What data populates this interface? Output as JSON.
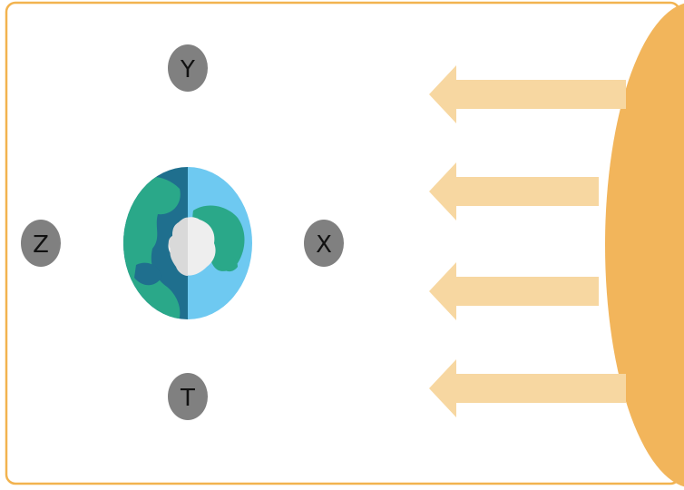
{
  "diagram": {
    "moons": [
      {
        "id": "Y",
        "label": "Y"
      },
      {
        "id": "Z",
        "label": "Z"
      },
      {
        "id": "X",
        "label": "X"
      },
      {
        "id": "T",
        "label": "T"
      }
    ],
    "colors": {
      "border": "#f2b34f",
      "sun": "#f2b55b",
      "sunlight_arrow": "#f7d7a1",
      "moon": "#808080",
      "earth_day_ocean": "#6ec9f1",
      "earth_night_ocean": "#1f6f8e",
      "earth_land": "#2aa889",
      "polar_ice": "#eeeeee"
    },
    "icons": [
      "sun",
      "earth",
      "sunlight-arrow",
      "moon"
    ]
  }
}
